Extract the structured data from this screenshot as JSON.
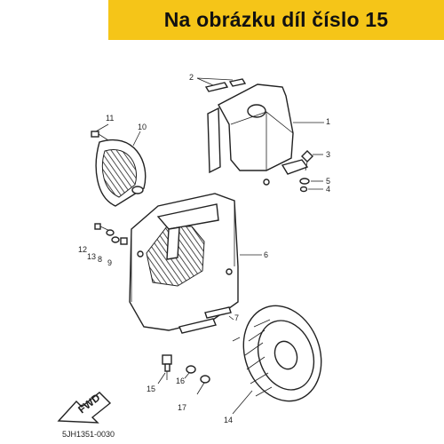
{
  "banner": {
    "text": "Na obrázku díl číslo 15"
  },
  "diagram": {
    "code": "5JH1351-0030",
    "fwd_label": "FWD",
    "callouts": [
      "1",
      "2",
      "3",
      "4",
      "5",
      "6",
      "7",
      "8",
      "9",
      "10",
      "11",
      "12",
      "13",
      "14",
      "15",
      "16",
      "17"
    ]
  }
}
